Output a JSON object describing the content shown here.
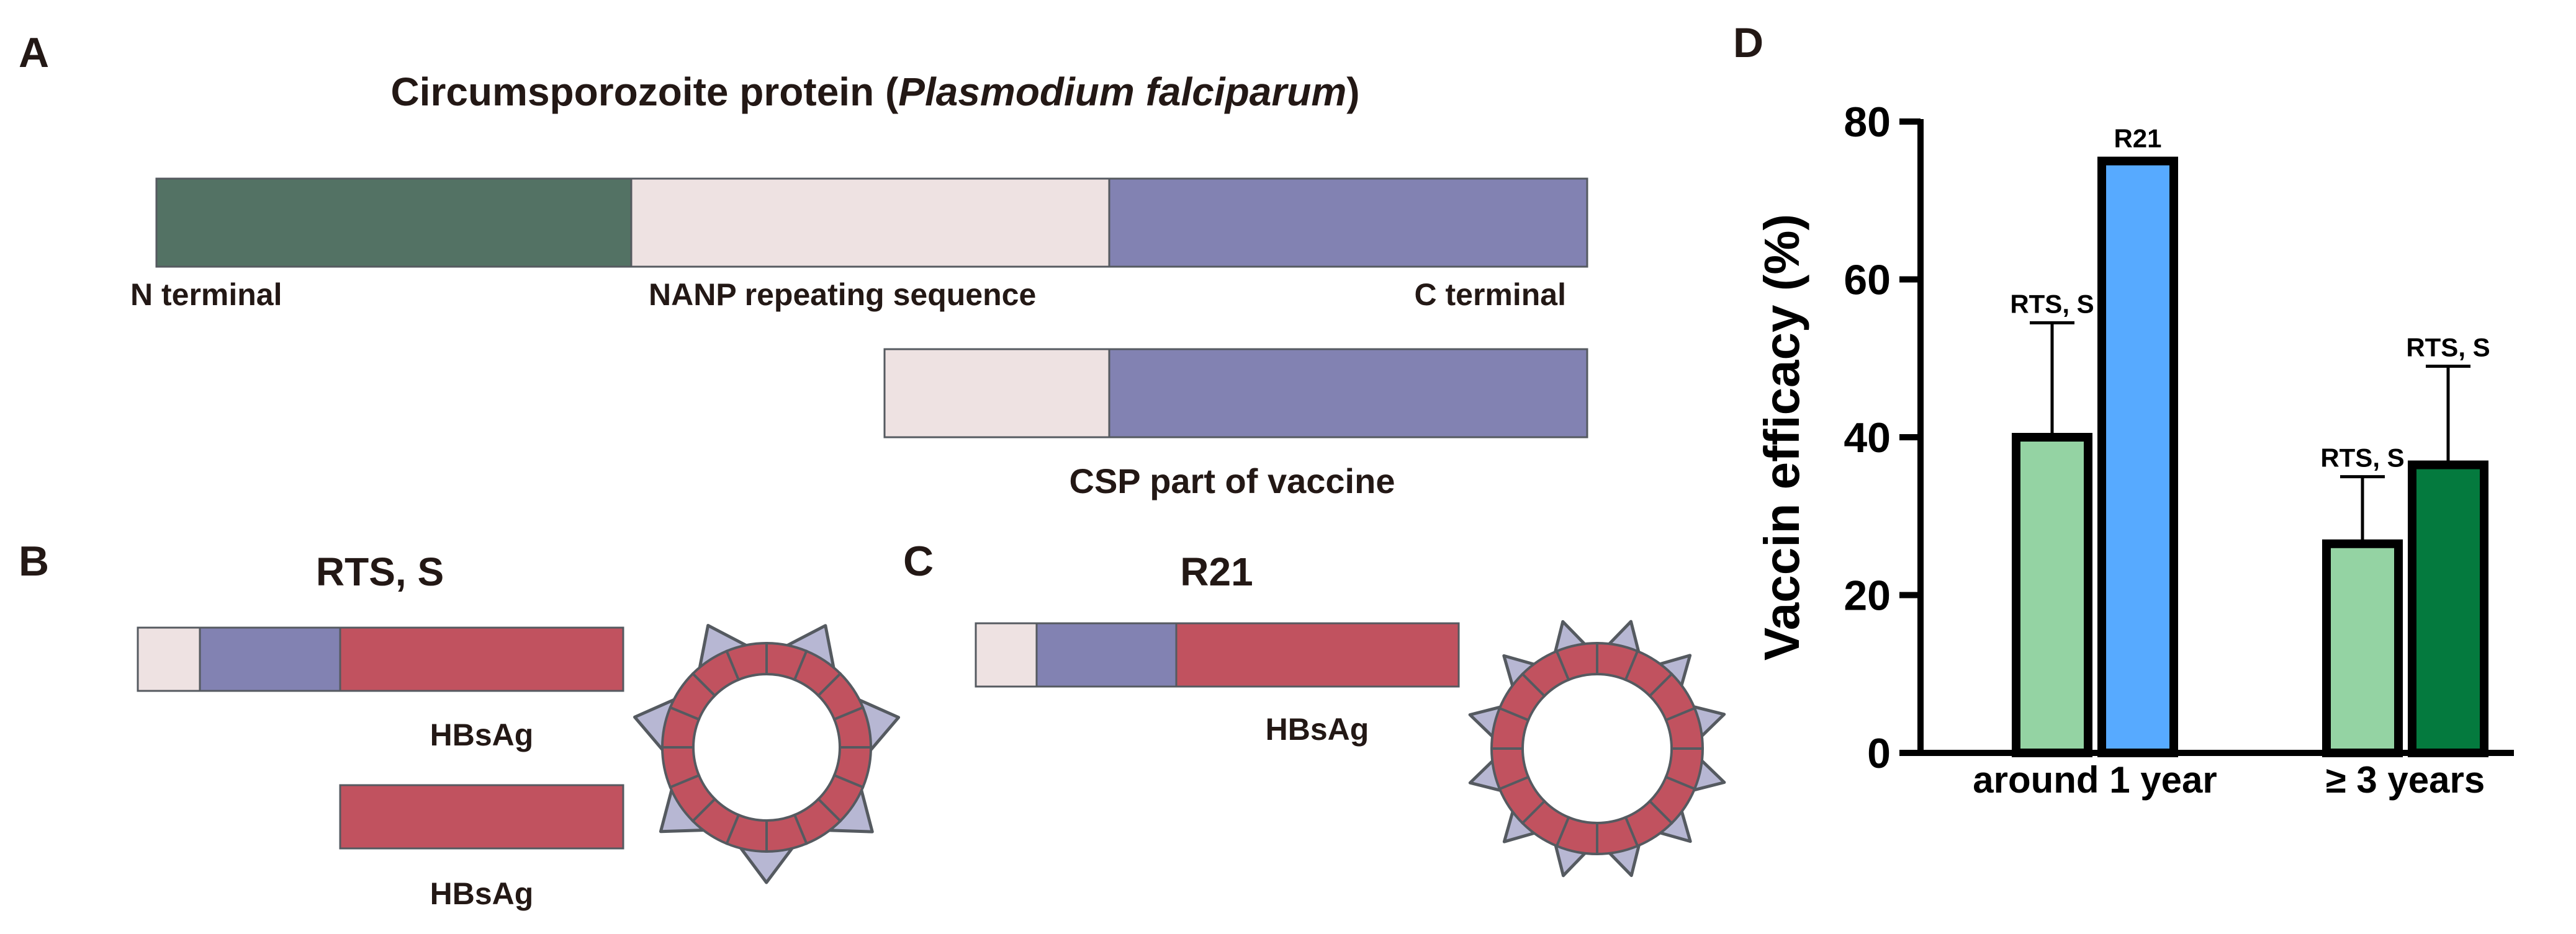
{
  "colors": {
    "n_terminal": "#537264",
    "nanp": "#eee2e2",
    "c_terminal": "#8282b2",
    "hbsag": "#c1525f",
    "particle_spike": "#b7b7d3",
    "outline": "#555a60",
    "text": "#231815",
    "bar_rtss": "#94d3a3",
    "bar_r21_1yr": "#57aaff",
    "bar_r21_3yr": "#047a3e"
  },
  "panel_a": {
    "letter": "A",
    "title_prefix": "Circumsporozoite protein (",
    "title_italic": "Plasmodium falciparum",
    "title_suffix": ")",
    "labels": {
      "n_terminal": "N terminal",
      "nanp": "NANP repeating sequence",
      "c_terminal": "C terminal",
      "csp_part": "CSP part of vaccine"
    }
  },
  "panel_b": {
    "letter": "B",
    "title": "RTS, S",
    "hbsag_label_1": "HBsAg",
    "hbsag_label_2": "HBsAg"
  },
  "panel_c": {
    "letter": "C",
    "title": "R21",
    "hbsag_label": "HBsAg"
  },
  "panel_d": {
    "letter": "D"
  },
  "chart_data": {
    "type": "bar",
    "ylabel": "Vaccin efficacy (%)",
    "xlabel": "",
    "ylim": [
      0,
      80
    ],
    "yticks": [
      0,
      20,
      40,
      60,
      80
    ],
    "grid": false,
    "categories": [
      "around 1 year",
      "≥ 3 years"
    ],
    "bars": [
      {
        "category": 0,
        "label": "RTS, S",
        "value": 40,
        "error": 14.5,
        "color": "#94d3a3"
      },
      {
        "category": 0,
        "label": "R21",
        "value": 75,
        "error": 0,
        "color": "#57aaff"
      },
      {
        "category": 1,
        "label": "RTS, S",
        "value": 26.5,
        "error": 8.5,
        "color": "#94d3a3"
      },
      {
        "category": 1,
        "label": "RTS, S",
        "value": 36.5,
        "error": 12.5,
        "color": "#047a3e"
      }
    ]
  }
}
